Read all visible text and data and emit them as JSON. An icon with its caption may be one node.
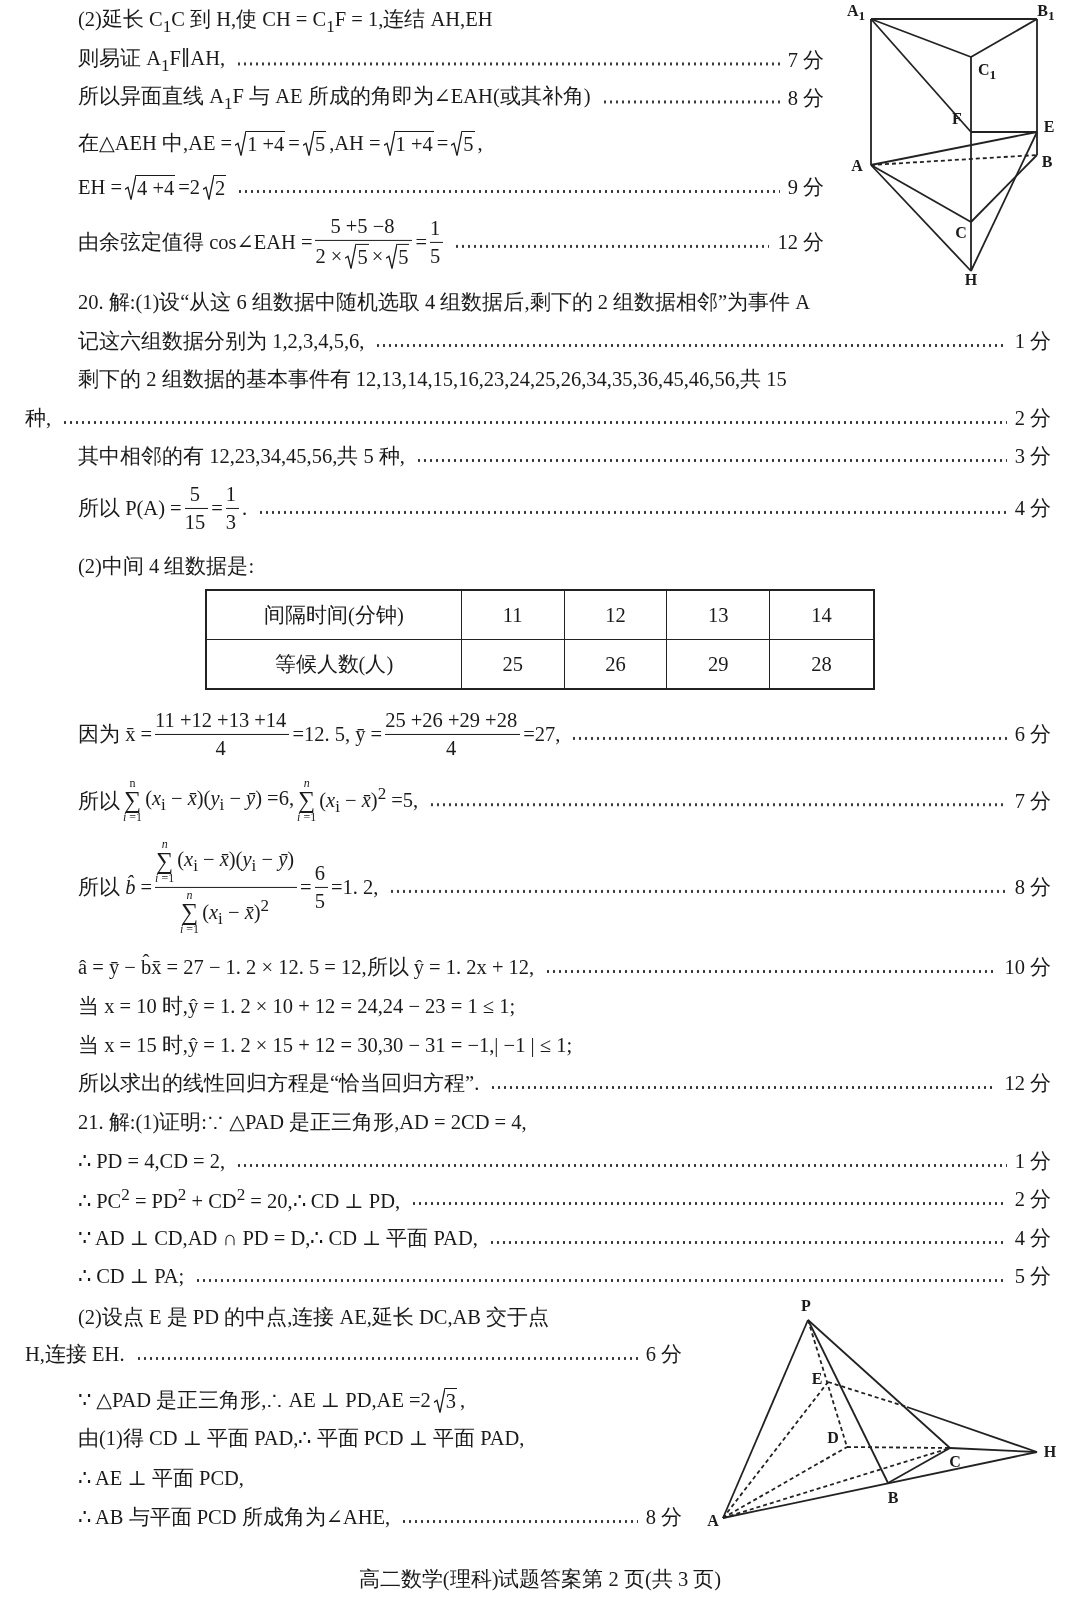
{
  "diagram": {
    "caption": "高二数学(理科)试题答案第 2 页(共 3 页)",
    "labels": [
      "(2)延长 C$_{1}$C 到 H,使 CH = C$_{1}$F = 1,连结 AH,EH",
      "则易证 A$_{1}$F∥AH,",
      "7 分",
      "所以异面直线 A$_{1}$F 与 AE 所成的角即为∠EAH(或其补角)",
      "8 分",
      "在△AEH 中,AE =",
      "1 +4",
      "=",
      "5",
      ",AH =",
      "1 +4",
      "=",
      "5",
      ",",
      "EH =",
      "4 +4",
      "=2",
      "2",
      "9 分",
      "由余弦定值得 cos∠EAH =",
      "5 +5 −8",
      "2 ×",
      "5",
      "×",
      "5",
      "=",
      "1",
      "5",
      "12 分",
      "A$_{1}$",
      "B$_{1}$",
      "C$_{1}$",
      "F",
      "E",
      "A",
      "B",
      "C",
      "H",
      "20. 解:(1)设“从这 6 组数据中随机选取 4 组数据后,剩下的 2 组数据相邻”为事件 A",
      "记这六组数据分别为 1,2,3,4,5,6,",
      "1 分",
      "剩下的 2 组数据的基本事件有 12,13,14,15,16,23,24,25,26,34,35,36,45,46,56,共 15",
      "种,",
      "2 分",
      "其中相邻的有 12,23,34,45,56,共 5 种,",
      "3 分",
      "所以 P(A) =",
      "5",
      "15",
      "=",
      "1",
      "3",
      ".",
      "4 分",
      "(2)中间 4 组数据是:",
      "间隔时间(分钟)",
      "11",
      "12",
      "13",
      "14",
      "等候人数(人)",
      "25",
      "26",
      "29",
      "28",
      "因为 x̄ =",
      "11 +12 +13 +14",
      "4",
      "=12. 5, ȳ =",
      "25 +26 +29 +28",
      "4",
      "=27,",
      "6 分",
      "所以",
      "n",
      "∑",
      "*i* =1",
      "(*x*$_{i}$ − *x̄*)(*y*$_{i}$ − *ȳ*) =6,",
      "*n*",
      "∑",
      "*i* =1",
      "(*x*$_{i}$ − *x̄*)$^{2}$ =5,",
      "7 分",
      "所以 *b̂* =",
      "*n*",
      "∑",
      "*i* =1",
      "(*x*$_{i}$ − *x̄*)(*y*$_{i}$ − *ȳ*)",
      "*n*",
      "∑",
      "*i* =1",
      "(*x*$_{i}$ − *x̄*)$^{2}$",
      "=",
      "6",
      "5",
      "=1. 2,",
      "8 分",
      "â = ȳ − b̂x̄ = 27 − 1. 2 × 12. 5 = 12,所以 ŷ = 1. 2x + 12,",
      "10 分",
      "当 x = 10 时,ŷ = 1. 2 × 10 + 12 = 24,24 − 23 = 1 ≤ 1;",
      "当 x = 15 时,ŷ = 1. 2 × 15 + 12 = 30,30 − 31 = −1,| −1 | ≤ 1;",
      "所以求出的线性回归方程是“恰当回归方程”.",
      "12 分",
      "21. 解:(1)证明:∵ △PAD 是正三角形,AD = 2CD = 4,",
      "∴ PD = 4,CD = 2,",
      "1 分",
      "∴ PC$^{2}$ = PD$^{2}$ + CD$^{2}$ = 20,∴ CD ⊥ PD,",
      "2 分",
      "∵ AD ⊥ CD,AD ∩ PD = D,∴ CD ⊥ 平面 PAD,",
      "4 分",
      "∴ CD ⊥ PA;",
      "5 分",
      "(2)设点 E 是 PD 的中点,连接 AE,延长 DC,AB 交于点",
      "H,连接 EH.",
      "6 分",
      "∵ △PAD 是正三角形,∴ AE ⊥ PD,AE =2",
      "3",
      ",",
      "由(1)得 CD ⊥ 平面 PAD,∴ 平面 PCD ⊥ 平面 PAD,",
      "∴ AE ⊥ 平面 PCD,",
      "∴ AB 与平面 PCD 所成角为∠AHE,",
      "8 分",
      "P",
      "E",
      "D",
      "C",
      "H",
      "B",
      "A"
    ]
  }
}
